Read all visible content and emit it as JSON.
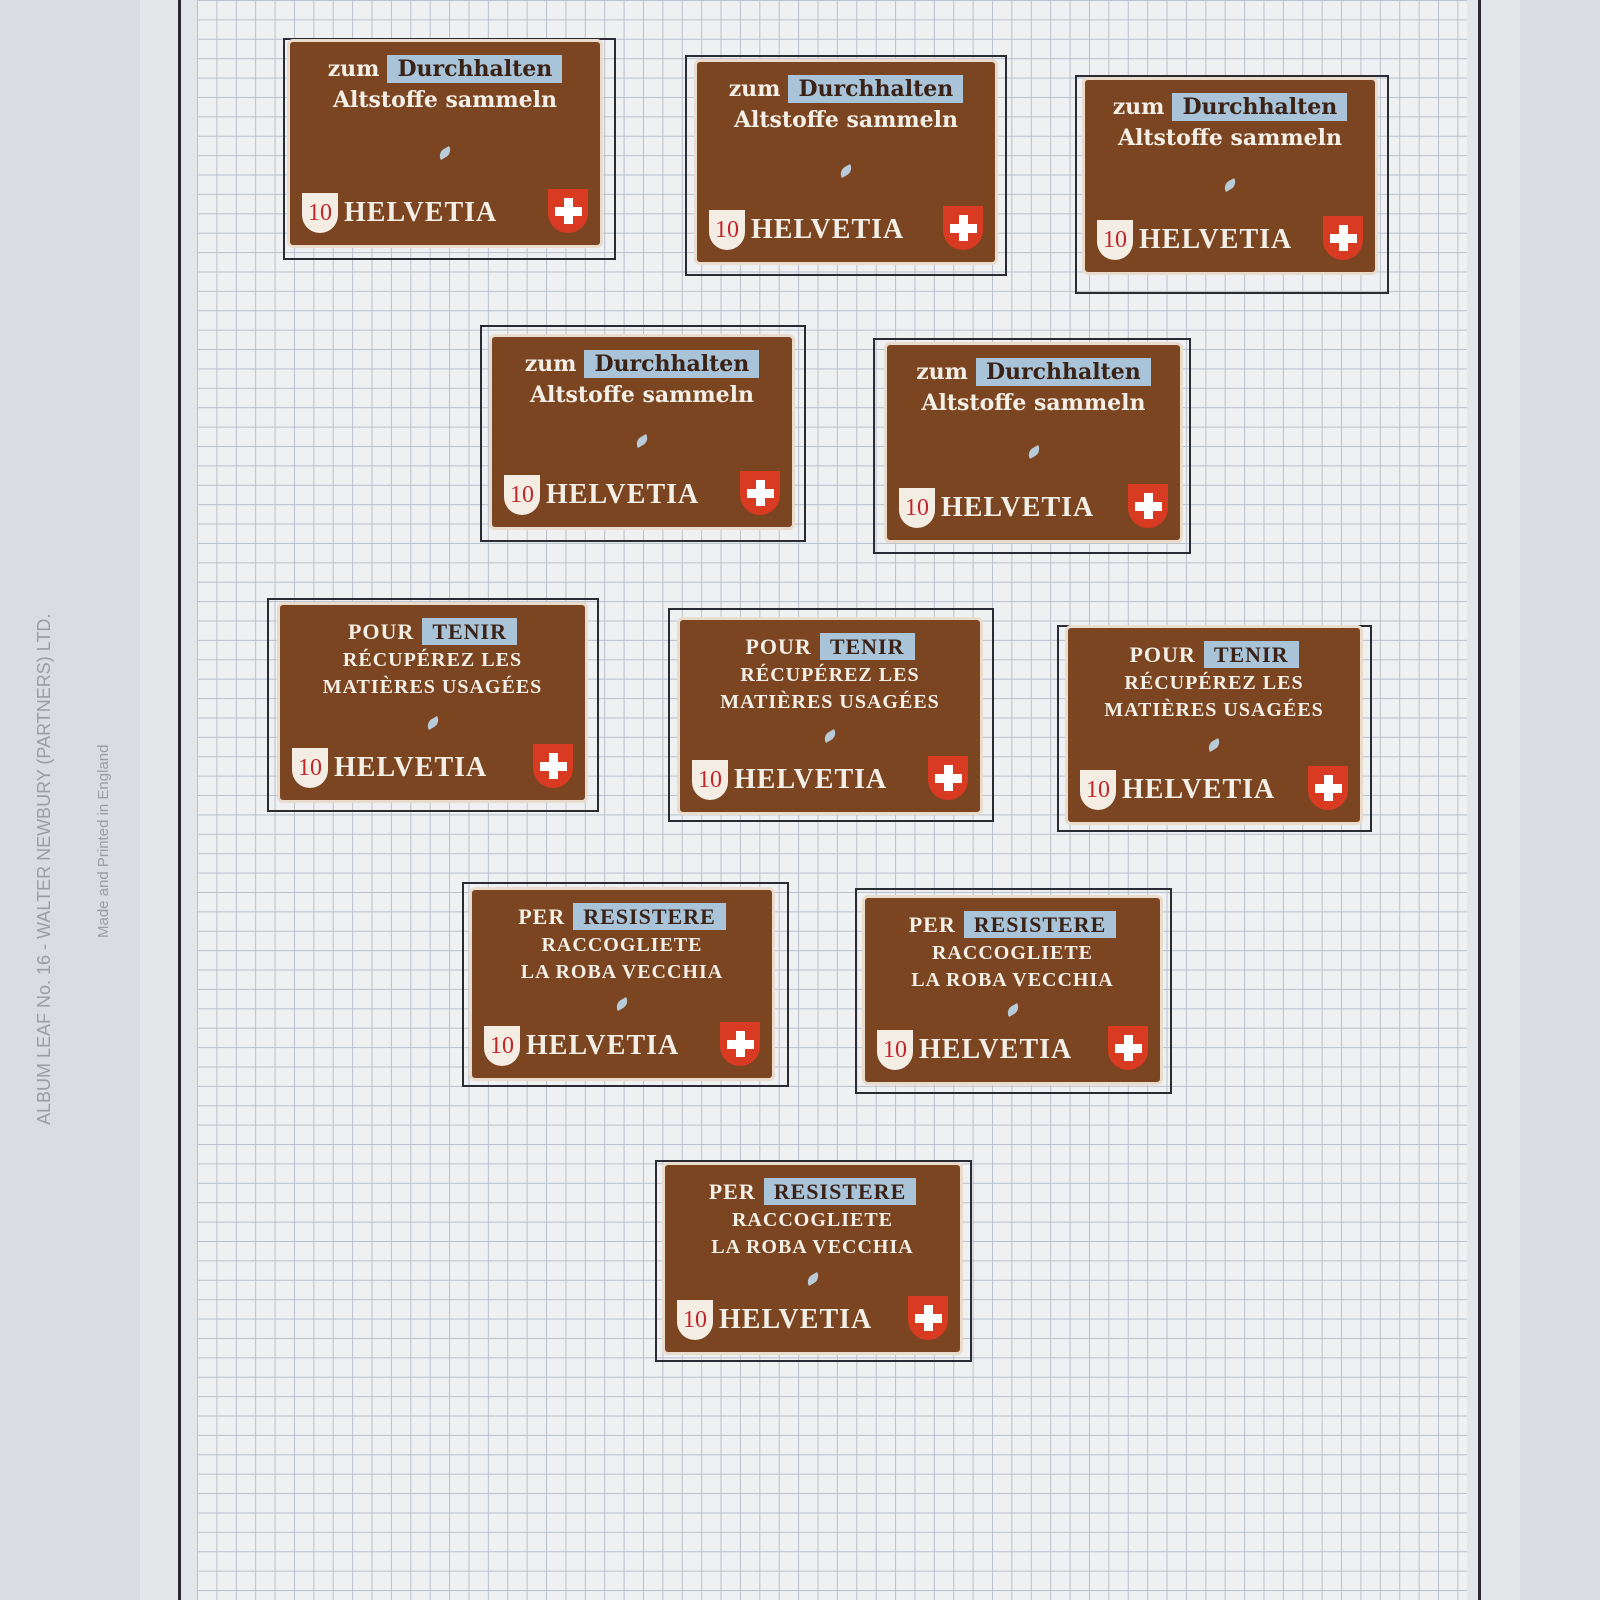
{
  "album": {
    "publisher_line": "ALBUM LEAF No. 16 - WALTER NEWBURY (PARTNERS) LTD.",
    "printer_line": "Made and Printed in England"
  },
  "stamp_text": {
    "german": {
      "prefix": "zum",
      "highlight": "Durchhalten",
      "line2": "Altstoffe sammeln"
    },
    "french": {
      "prefix": "POUR",
      "highlight": "TENIR",
      "line2": "RÉCUPÉREZ LES",
      "line3": "MATIÈRES USAGÉES"
    },
    "italian": {
      "prefix": "PER",
      "highlight": "RESISTERE",
      "line2": "RACCOGLIETE",
      "line3": "LA ROBA VECCHIA"
    },
    "value": "10",
    "country": "HELVETIA"
  },
  "colors": {
    "stamp": "#7b4522",
    "label": "#a9c3d8",
    "cross": "#d93a22"
  }
}
